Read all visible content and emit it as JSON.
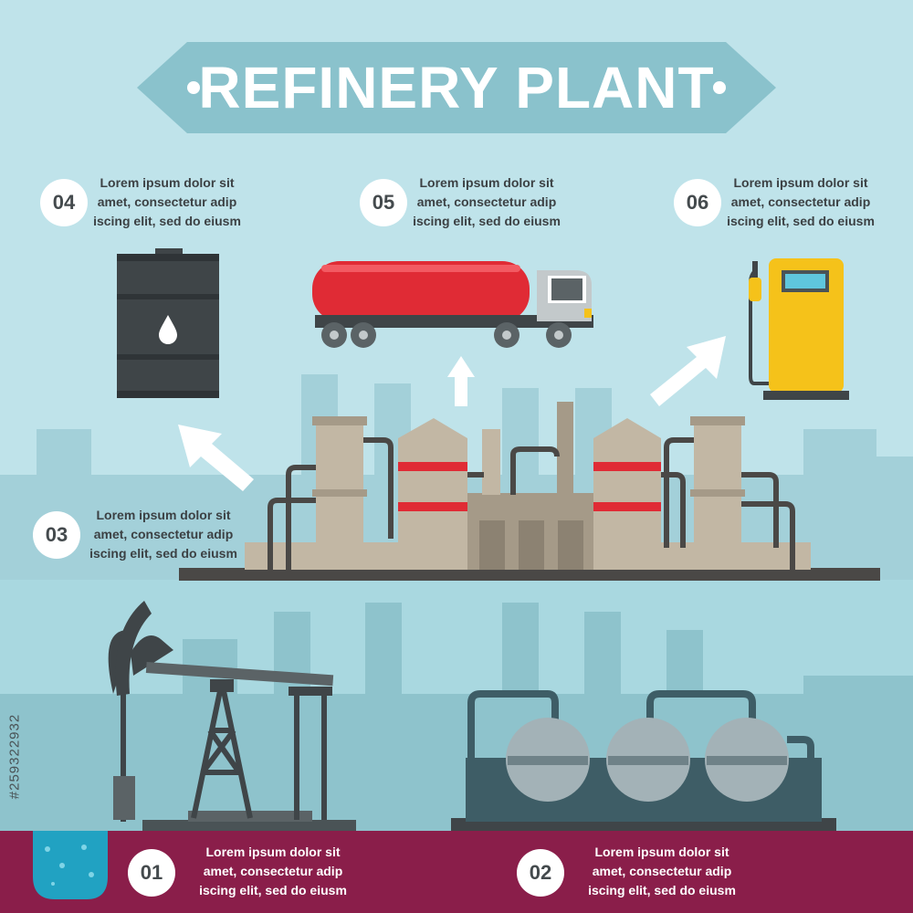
{
  "title": "REFINERY PLANT",
  "steps": [
    {
      "num": "01",
      "lines": [
        "Lorem ipsum dolor sit",
        "amet, consectetur adip",
        "iscing elit, sed do eiusm"
      ]
    },
    {
      "num": "02",
      "lines": [
        "Lorem ipsum dolor sit",
        "amet, consectetur adip",
        "iscing elit, sed do eiusm"
      ]
    },
    {
      "num": "03",
      "lines": [
        "Lorem ipsum dolor sit",
        "amet, consectetur adip",
        "iscing elit, sed do eiusm"
      ]
    },
    {
      "num": "04",
      "lines": [
        "Lorem ipsum dolor sit",
        "amet, consectetur adip",
        "iscing elit, sed do eiusm"
      ]
    },
    {
      "num": "05",
      "lines": [
        "Lorem ipsum dolor sit",
        "amet, consectetur adip",
        "iscing elit, sed do eiusm"
      ]
    },
    {
      "num": "06",
      "lines": [
        "Lorem ipsum dolor sit",
        "amet, consectetur adip",
        "iscing elit, sed do eiusm"
      ]
    }
  ],
  "watermark_id": "#259322932",
  "colors": {
    "sky": "#bfe3ea",
    "banner": "#8ac2cc",
    "ground": "#a9d8e0",
    "footer": "#8a1e4a",
    "truck_tank": "#e02b35",
    "pump": "#f5c21a"
  }
}
